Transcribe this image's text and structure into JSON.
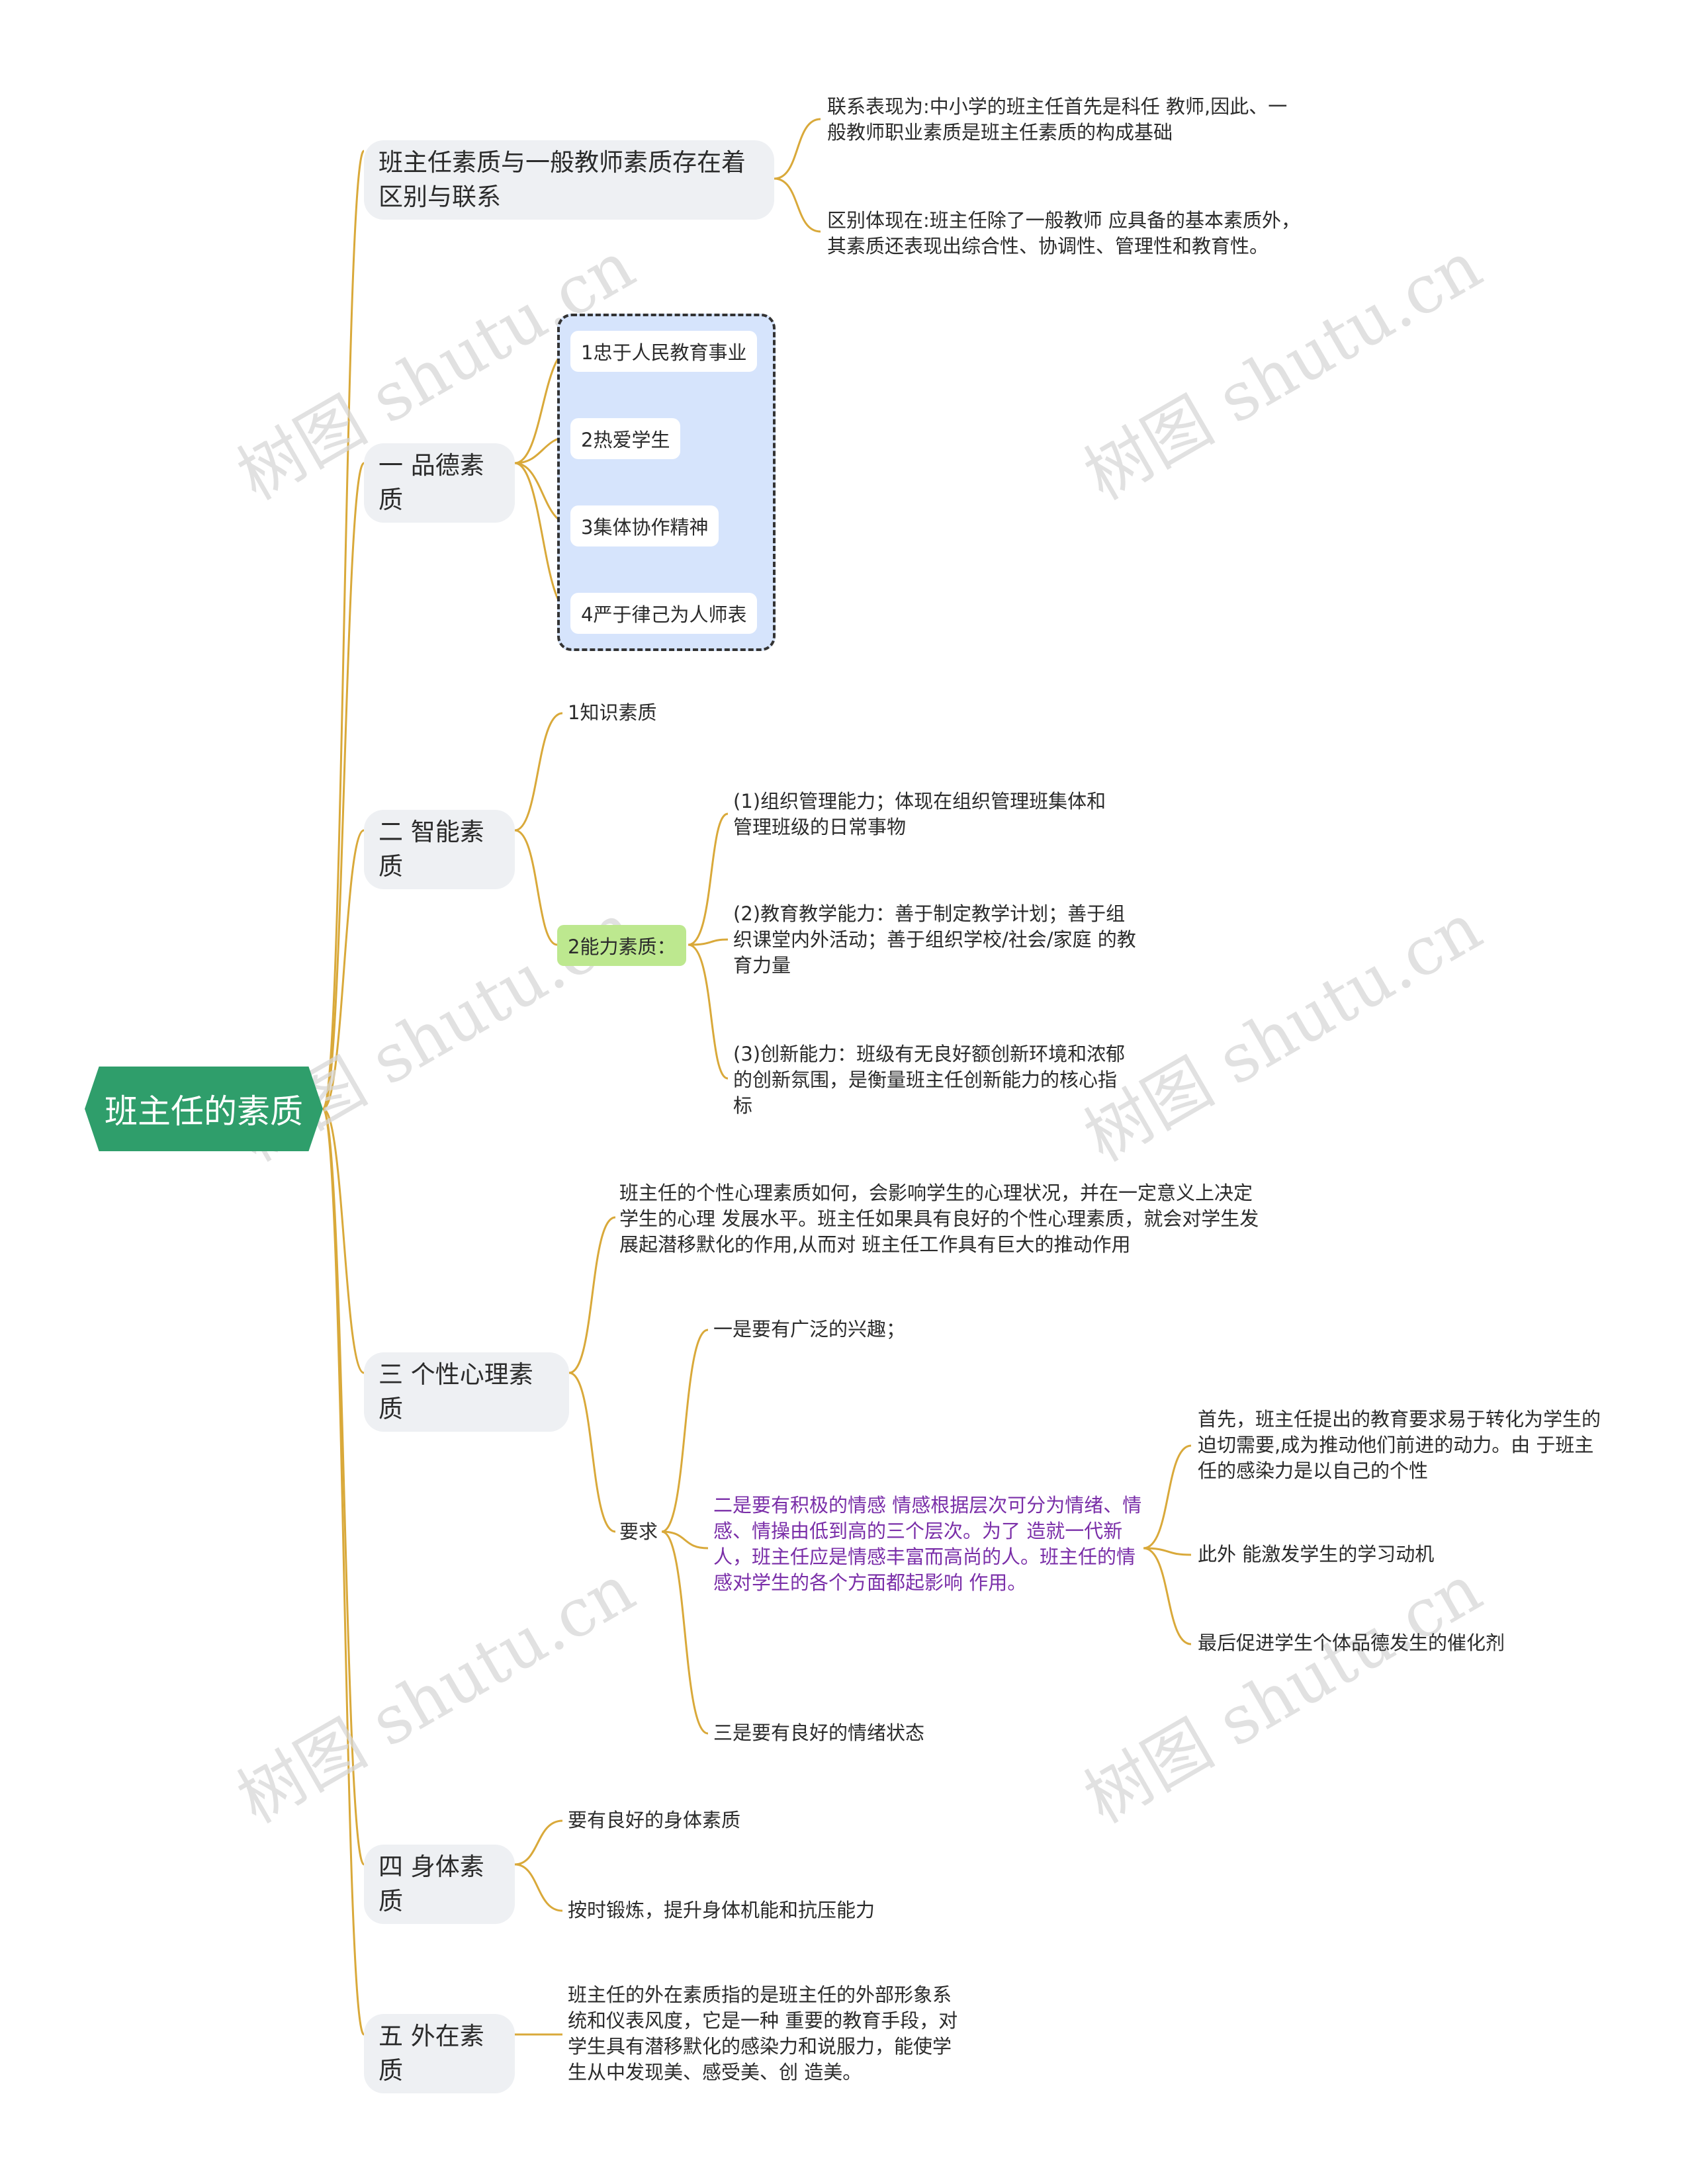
{
  "root": "班主任的素质",
  "branches": {
    "b1": {
      "label": "班主任素质与一般教师素质存在着区别与联系",
      "children": [
        "联系表现为:中小学的班主任首先是科任 教师,因此、一般教师职业素质是班主任素质的构成基础",
        "区别体现在:班主任除了一般教师 应具备的基本素质外，其素质还表现出综合性、协调性、管理性和教育性。"
      ]
    },
    "b2": {
      "label": "一 品德素质",
      "children": [
        "1忠于人民教育事业",
        "2热爱学生",
        "3集体协作精神",
        "4严于律己为人师表"
      ]
    },
    "b3": {
      "label": "二 智能素质",
      "knowledge": "1知识素质",
      "ability": "2能力素质：",
      "ability_children": [
        "(1)组织管理能力；体现在组织管理班集体和管理班级的日常事物",
        "(2)教育教学能力：善于制定教学计划；善于组织课堂内外活动；善于组织学校/社会/家庭 的教育力量",
        "(3)创新能力：班级有无良好额创新环境和浓郁的创新氛围，是衡量班主任创新能力的核心指标"
      ]
    },
    "b4": {
      "label": "三 个性心理素质",
      "intro": "班主任的个性心理素质如何，会影响学生的心理状况，并在一定意义上决定学生的心理 发展水平。班主任如果具有良好的个性心理素质，就会对学生发展起潜移默化的作用,从而对 班主任工作具有巨大的推动作用",
      "req": "要求",
      "req_children": [
        "一是要有广泛的兴趣；",
        "二是要有积极的情感 情感根据层次可分为情绪、情感、情操由低到高的三个层次。为了 造就一代新人，班主任应是情感丰富而高尚的人。班主任的情感对学生的各个方面都起影响 作用。",
        "三是要有良好的情绪状态"
      ],
      "emotion_children": [
        "首先，班主任提出的教育要求易于转化为学生的迫切需要,成为推动他们前进的动力。由 于班主任的感染力是以自己的个性",
        "此外 能激发学生的学习动机",
        "最后促进学生个体品德发生的催化剂"
      ]
    },
    "b5": {
      "label": "四 身体素质",
      "children": [
        "要有良好的身体素质",
        "按时锻炼，提升身体机能和抗压能力"
      ]
    },
    "b6": {
      "label": "五 外在素质",
      "children": [
        "班主任的外在素质指的是班主任的外部形象系统和仪表风度，它是一种 重要的教育手段，对学生具有潜移默化的感染力和说服力，能使学生从中发现美、感受美、创 造美。"
      ]
    }
  },
  "watermark": "树图 shutu.cn",
  "colors": {
    "root": "#2f9e6b",
    "line": "#d9a93a",
    "group": "#d6e4fc",
    "ability": "#bde88f",
    "emotion": "#7a2ea8"
  }
}
